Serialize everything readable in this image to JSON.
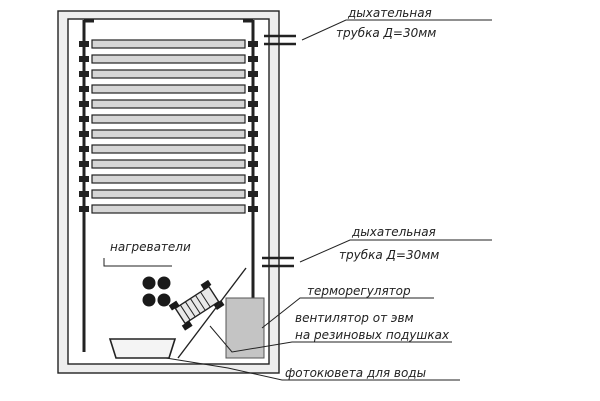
{
  "labels": {
    "tube_top_line1": "дыхательная",
    "tube_top_line2": "трубка Д=30мм",
    "tube_mid_line1": "дыхательная",
    "tube_mid_line2": "трубка Д=30мм",
    "heaters": "нагреватели",
    "thermostat": "терморегулятор",
    "fan_line1": "вентилятор от  эвм",
    "fan_line2": "на резиновых подушках",
    "water_tray": "фотокювета для воды"
  },
  "colors": {
    "stroke": "#222222",
    "wall_fill": "#eeeeee",
    "shelf_fill": "#d6d6d6",
    "thermostat_fill": "#c4c4c4"
  }
}
